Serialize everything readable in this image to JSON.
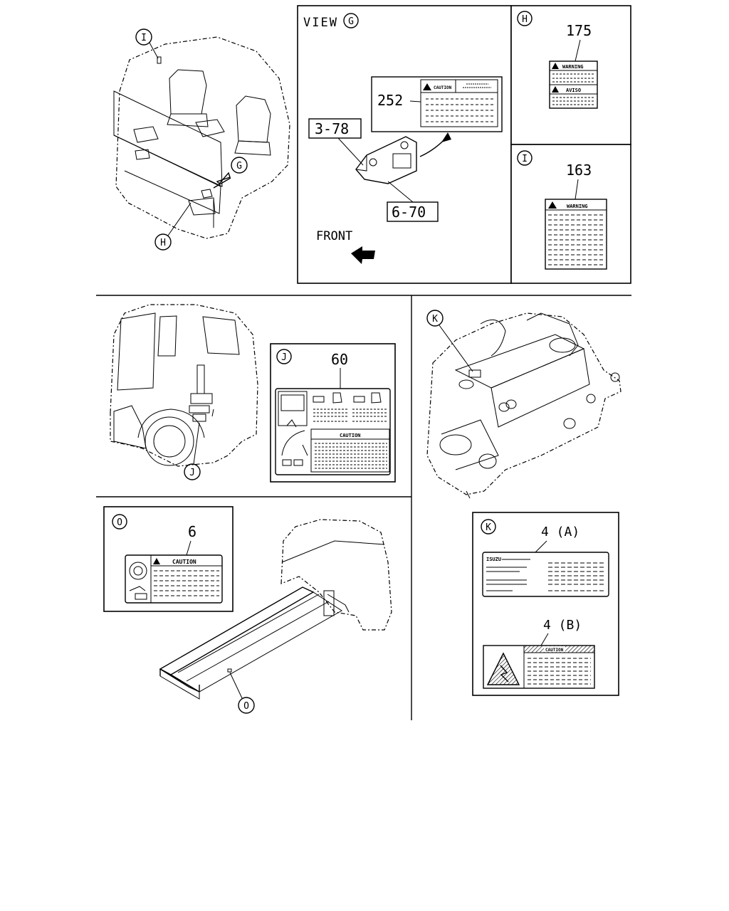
{
  "panels": {
    "view_g": {
      "title": "VIEW",
      "callout": "G",
      "parts": {
        "p252": "252",
        "p378": "3-78",
        "p670": "6-70"
      },
      "label_caution": "CAUTION",
      "front_label": "FRONT"
    },
    "h": {
      "callout": "H",
      "part": "175",
      "warning": "WARNING",
      "aviso": "AVISO"
    },
    "i": {
      "callout": "I",
      "part": "163",
      "warning": "WARNING"
    },
    "j": {
      "callout": "J",
      "part": "60",
      "caution": "CAUTION"
    },
    "k": {
      "callout": "K",
      "part_a": "4 (A)",
      "part_b": "4 (B)",
      "isuzu": "ISUZU",
      "caution": "CAUTION"
    },
    "o": {
      "callout": "O",
      "part": "6",
      "caution": "CAUTION"
    }
  },
  "overview_callouts": {
    "i": "I",
    "g": "G",
    "h": "H",
    "j": "J",
    "k": "K",
    "o": "O"
  }
}
